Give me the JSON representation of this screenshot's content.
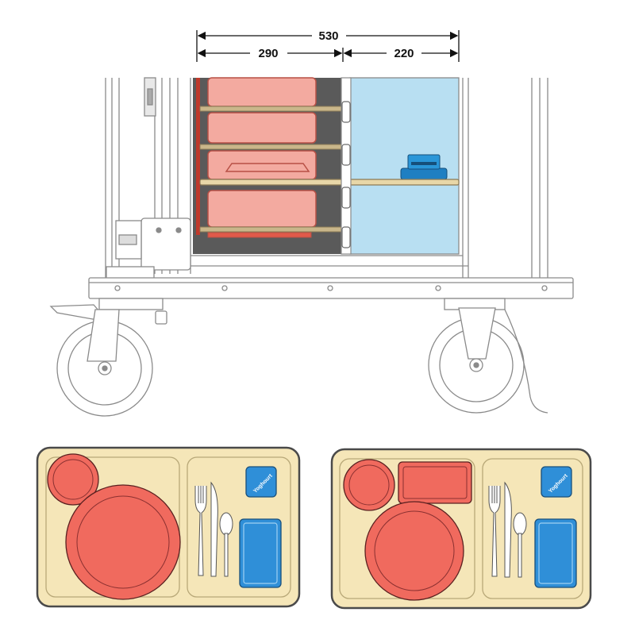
{
  "dimensions": {
    "total": "530",
    "left": "290",
    "right": "220"
  },
  "trays": [
    {
      "id": "tray-left",
      "label": "Yoghourt"
    },
    {
      "id": "tray-right",
      "label": "Yoghourt"
    }
  ],
  "colors": {
    "outline": "#8a8a8a",
    "food_red": "#f06a5e",
    "food_pink": "#f3aaa0",
    "cold_blue": "#b8dff2",
    "dark_gray": "#5a5a5a",
    "tray_beige": "#f5e6b8",
    "dish_blue": "#2f8fd8",
    "dim_line": "#111111"
  }
}
